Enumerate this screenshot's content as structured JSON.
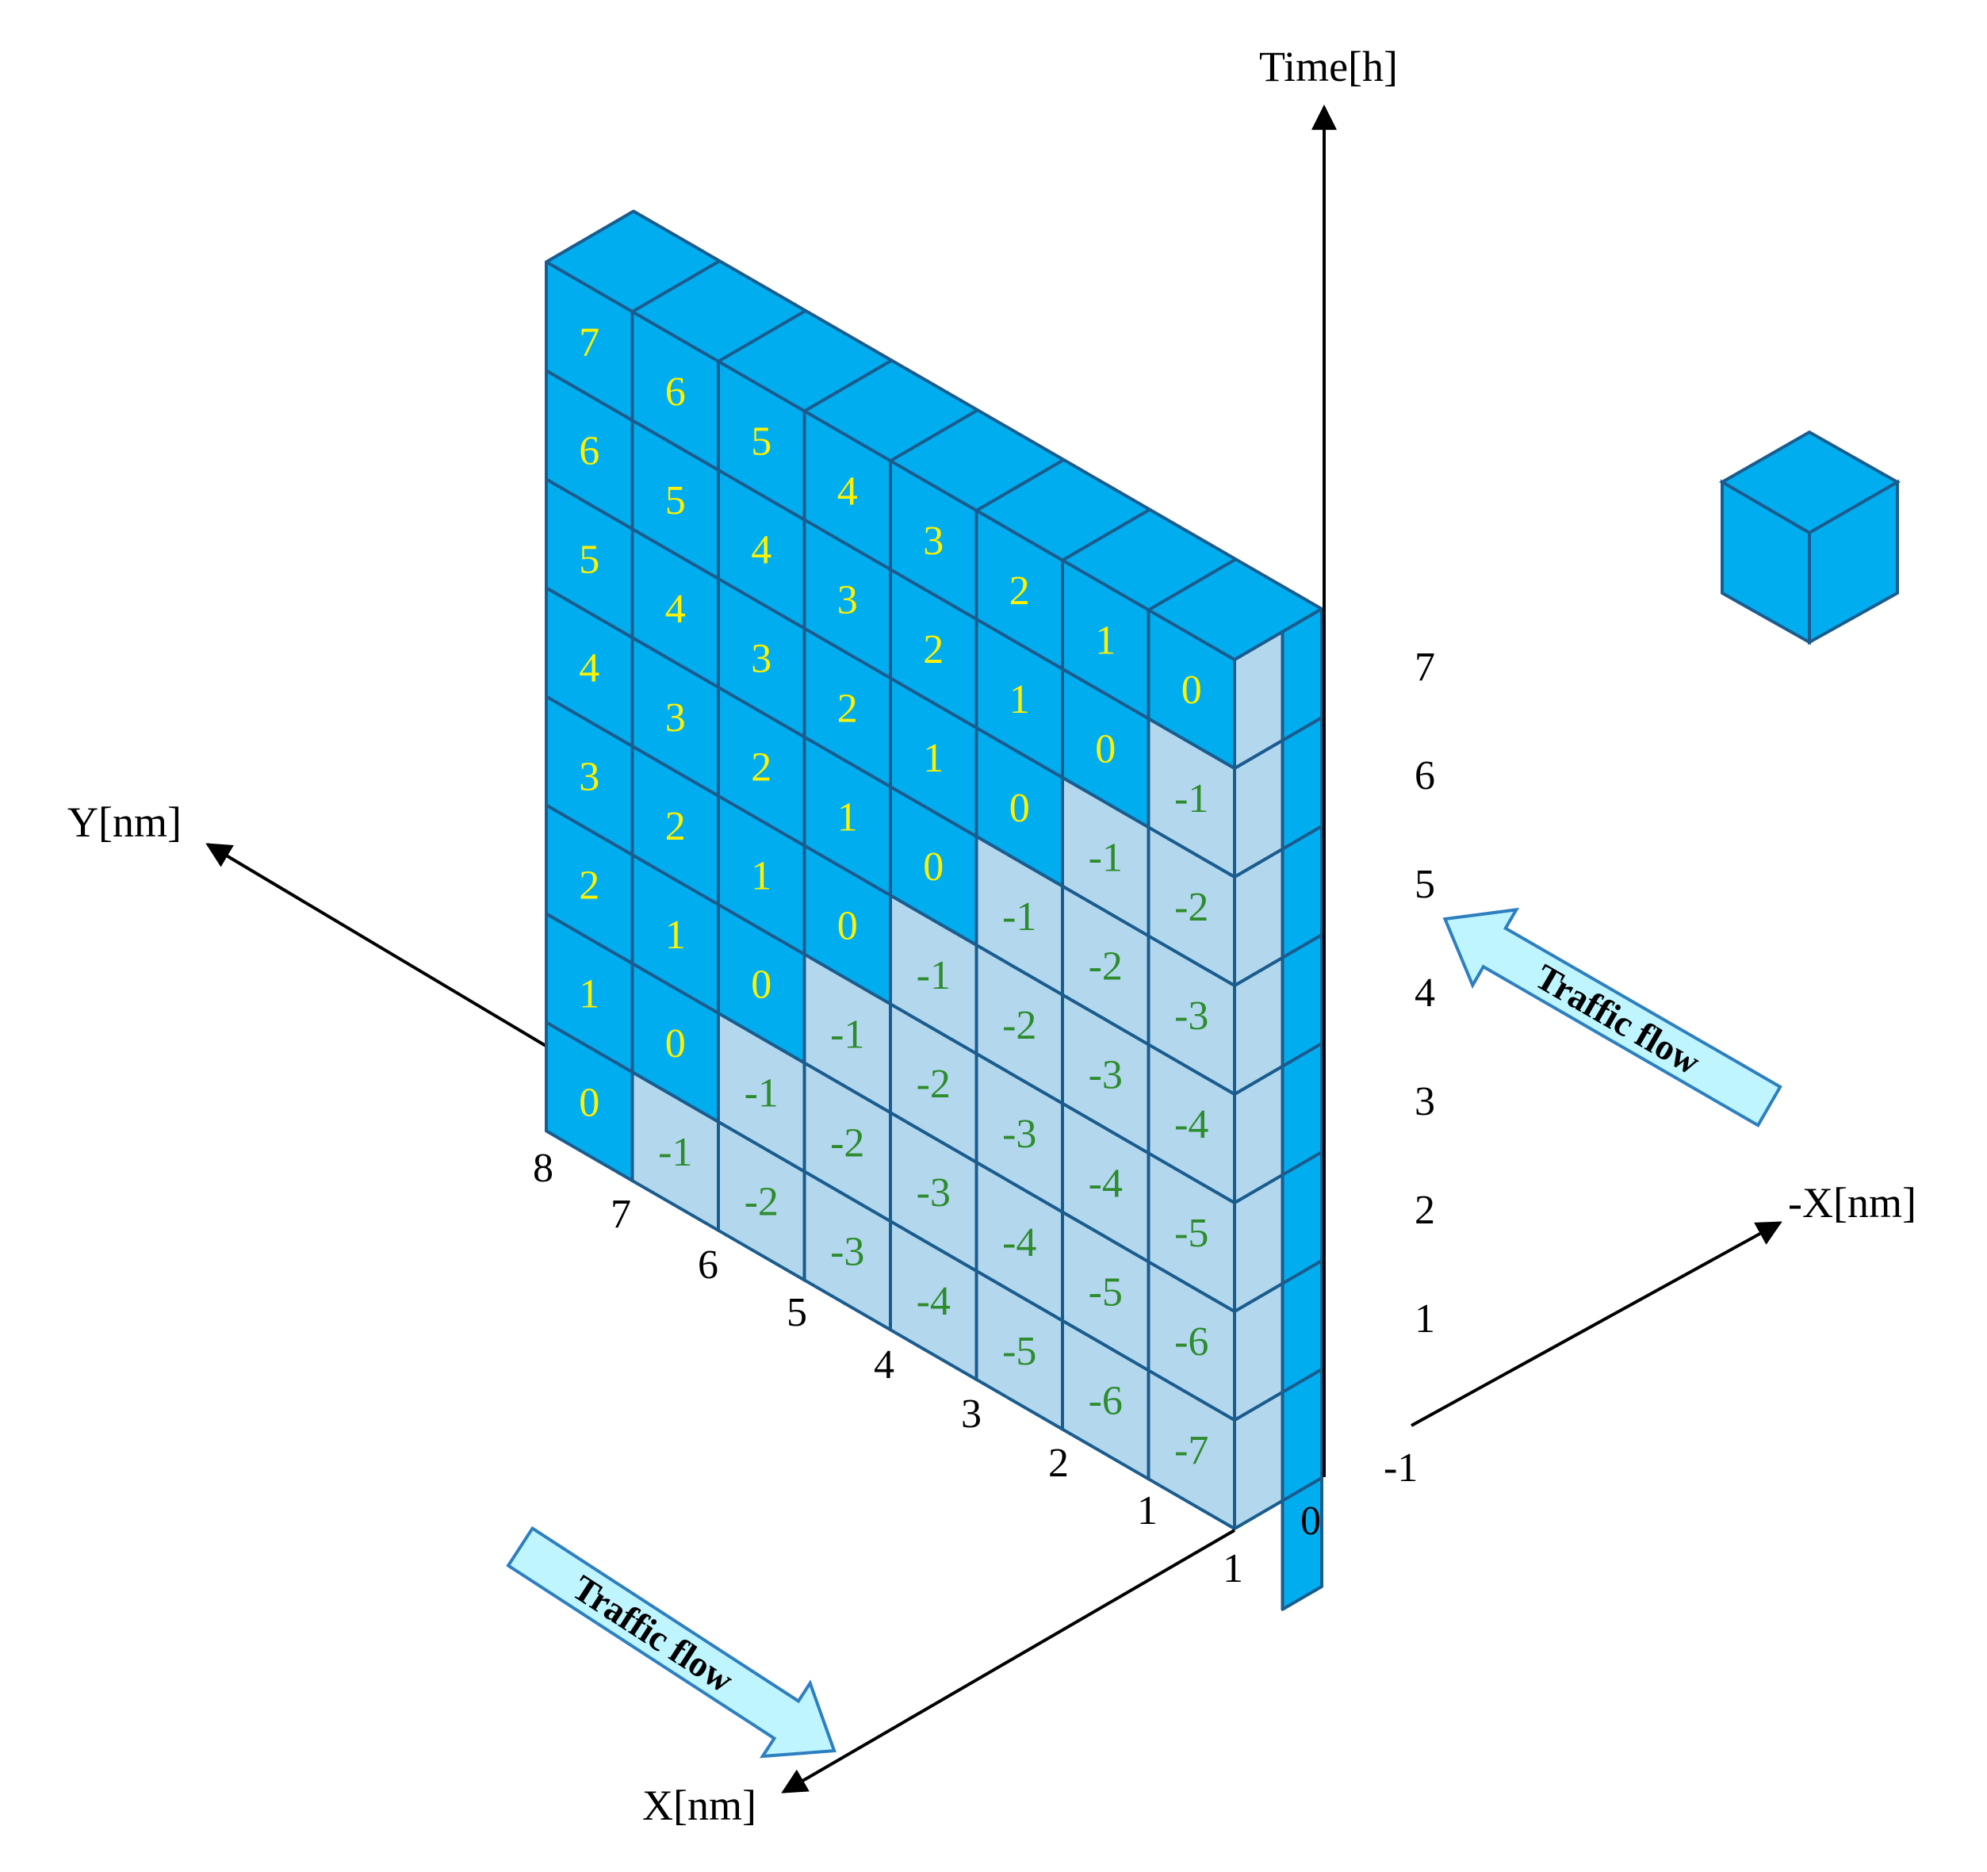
{
  "axes": {
    "time_label": "Time[h]",
    "y_label": "Y[nm]",
    "x_label": "X[nm]",
    "negx_label": "-X[nm]"
  },
  "ticks": {
    "time": [
      "-1",
      "1",
      "2",
      "3",
      "4",
      "5",
      "6",
      "7"
    ],
    "y_axis": [
      "8",
      "7",
      "6",
      "5",
      "4",
      "3",
      "2",
      "1"
    ],
    "x_origin": "1",
    "origin": "0"
  },
  "traffic_flow_label": "Traffic flow",
  "colors": {
    "dark_cell": "#00AEEF",
    "light_cell": "#B3D8EE",
    "edge": "#1B5C8E",
    "yellow_text": "#FFF200",
    "green_text": "#2E8B2E",
    "flow_arrow_fill": "#BFF5FF",
    "flow_arrow_stroke": "#2E7FC0"
  },
  "grid": {
    "columns": 8,
    "rows": 8,
    "values": [
      [
        0,
        -1,
        -2,
        -3,
        -4,
        -5,
        -6,
        -7
      ],
      [
        1,
        0,
        -1,
        -2,
        -3,
        -4,
        -5,
        -6
      ],
      [
        2,
        1,
        0,
        -1,
        -2,
        -3,
        -4,
        -5
      ],
      [
        3,
        2,
        1,
        0,
        -1,
        -2,
        -3,
        -4
      ],
      [
        4,
        3,
        2,
        1,
        0,
        -1,
        -2,
        -3
      ],
      [
        5,
        4,
        3,
        2,
        1,
        0,
        -1,
        -2
      ],
      [
        6,
        5,
        4,
        3,
        2,
        1,
        0,
        -1
      ],
      [
        7,
        6,
        5,
        4,
        3,
        2,
        1,
        0
      ]
    ]
  }
}
